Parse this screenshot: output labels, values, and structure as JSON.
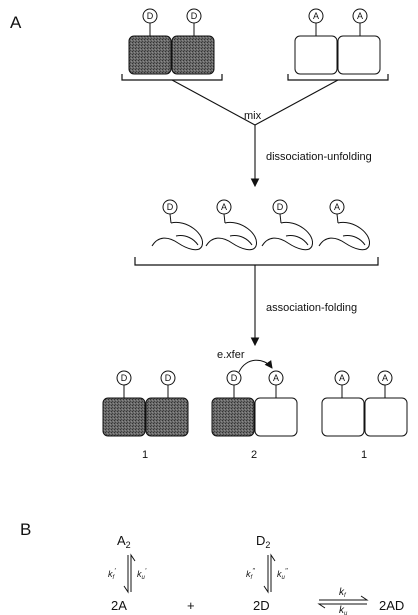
{
  "panels": {
    "a": "A",
    "b": "B"
  },
  "labels": {
    "donor": "D",
    "acceptor": "A"
  },
  "steps": {
    "mix": "mix",
    "dissociation": "dissociation-unfolding",
    "association": "association-folding",
    "transfer": "e.xfer"
  },
  "products": {
    "left": "1",
    "middle": "2",
    "right": "1"
  },
  "scheme": {
    "a2": "A",
    "a2_sub": "2",
    "d2": "D",
    "d2_sub": "2",
    "lhs_a": "2A",
    "plus": "+",
    "lhs_d": "2D",
    "rhs": "2AD",
    "kf1": "k",
    "kf1_sub": "f",
    "kf1_sup": "'",
    "ku1": "k",
    "ku1_sub": "u",
    "ku1_sup": "'",
    "kf2": "k",
    "kf2_sub": "f",
    "kf2_sup": "''",
    "ku2": "k",
    "ku2_sub": "u",
    "ku2_sup": "''",
    "kf": "k",
    "kf_sub": "f",
    "ku": "k",
    "ku_sub": "u"
  },
  "colors": {
    "shaded": "#555555",
    "line": "#111111"
  }
}
